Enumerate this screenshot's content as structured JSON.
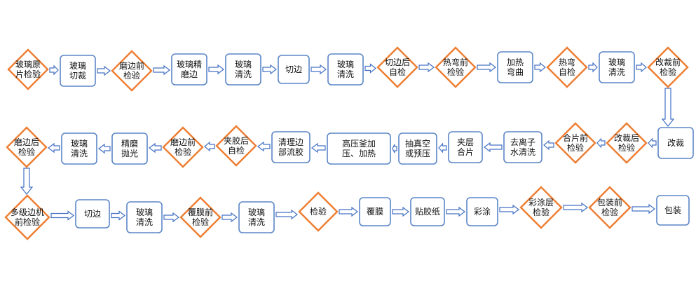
{
  "flowchart": {
    "nodes": [
      {
        "id": "n1",
        "shape": "diamond",
        "lines": [
          "玻璃原",
          "片检验"
        ]
      },
      {
        "id": "n2",
        "shape": "rect",
        "lines": [
          "玻璃",
          "切裁"
        ]
      },
      {
        "id": "n3",
        "shape": "diamond",
        "lines": [
          "磨边前",
          "检验"
        ]
      },
      {
        "id": "n4",
        "shape": "rect",
        "lines": [
          "玻璃精",
          "磨边"
        ]
      },
      {
        "id": "n5",
        "shape": "rect",
        "lines": [
          "玻璃",
          "清洗"
        ]
      },
      {
        "id": "n6",
        "shape": "rect",
        "lines": [
          "切边"
        ]
      },
      {
        "id": "n7",
        "shape": "rect",
        "lines": [
          "玻璃",
          "清洗"
        ]
      },
      {
        "id": "n8",
        "shape": "diamond",
        "lines": [
          "切边后",
          "自检"
        ]
      },
      {
        "id": "n9",
        "shape": "diamond",
        "lines": [
          "热弯前",
          "检验"
        ]
      },
      {
        "id": "n10",
        "shape": "rect",
        "lines": [
          "加热",
          "弯曲"
        ]
      },
      {
        "id": "n11",
        "shape": "diamond",
        "lines": [
          "热弯",
          "自检"
        ]
      },
      {
        "id": "n12",
        "shape": "rect",
        "lines": [
          "玻璃",
          "清洗"
        ]
      },
      {
        "id": "n13",
        "shape": "diamond",
        "lines": [
          "改裁前",
          "检验"
        ]
      },
      {
        "id": "n14",
        "shape": "rect",
        "lines": [
          "改裁"
        ]
      },
      {
        "id": "n15",
        "shape": "diamond",
        "lines": [
          "改裁后",
          "检验"
        ]
      },
      {
        "id": "n16",
        "shape": "diamond",
        "lines": [
          "合片前",
          "检验"
        ]
      },
      {
        "id": "n17",
        "shape": "rect",
        "lines": [
          "去离子",
          "水清洗"
        ]
      },
      {
        "id": "n18",
        "shape": "rect",
        "lines": [
          "夹层",
          "合片"
        ]
      },
      {
        "id": "n19",
        "shape": "rect",
        "lines": [
          "抽真空",
          "或预压"
        ]
      },
      {
        "id": "n20",
        "shape": "rect",
        "lines": [
          "高压釜加",
          "压、加热"
        ]
      },
      {
        "id": "n21",
        "shape": "rect",
        "lines": [
          "清理边",
          "部流胶"
        ]
      },
      {
        "id": "n22",
        "shape": "diamond",
        "lines": [
          "夹胶后",
          "自检"
        ]
      },
      {
        "id": "n23",
        "shape": "diamond",
        "lines": [
          "磨边前",
          "检验"
        ]
      },
      {
        "id": "n24",
        "shape": "rect",
        "lines": [
          "精磨",
          "抛光"
        ]
      },
      {
        "id": "n25",
        "shape": "rect",
        "lines": [
          "玻璃",
          "清洗"
        ]
      },
      {
        "id": "n26",
        "shape": "diamond",
        "lines": [
          "磨边后",
          "检验"
        ]
      },
      {
        "id": "n27",
        "shape": "diamond",
        "lines": [
          "多级边机",
          "前检验"
        ]
      },
      {
        "id": "n28",
        "shape": "rect",
        "lines": [
          "切边"
        ]
      },
      {
        "id": "n29",
        "shape": "rect",
        "lines": [
          "玻璃",
          "清洗"
        ]
      },
      {
        "id": "n30",
        "shape": "diamond",
        "lines": [
          "覆膜前",
          "检验"
        ]
      },
      {
        "id": "n31",
        "shape": "rect",
        "lines": [
          "玻璃",
          "清洗"
        ]
      },
      {
        "id": "n32",
        "shape": "diamond",
        "lines": [
          "检验"
        ]
      },
      {
        "id": "n33",
        "shape": "rect",
        "lines": [
          "覆膜"
        ]
      },
      {
        "id": "n34",
        "shape": "rect",
        "lines": [
          "贴胶纸"
        ]
      },
      {
        "id": "n35",
        "shape": "rect",
        "lines": [
          "彩涂"
        ]
      },
      {
        "id": "n36",
        "shape": "diamond",
        "lines": [
          "彩涂层",
          "检验"
        ]
      },
      {
        "id": "n37",
        "shape": "diamond",
        "lines": [
          "包装前",
          "检验"
        ]
      },
      {
        "id": "n38",
        "shape": "rect",
        "lines": [
          "包装"
        ]
      }
    ],
    "colors": {
      "process_border": "#5b86c7",
      "process_fill": "#ffffff",
      "check_border": "#ee7d31",
      "check_fill": "#ffffff",
      "arrow": "#4472c4"
    }
  }
}
